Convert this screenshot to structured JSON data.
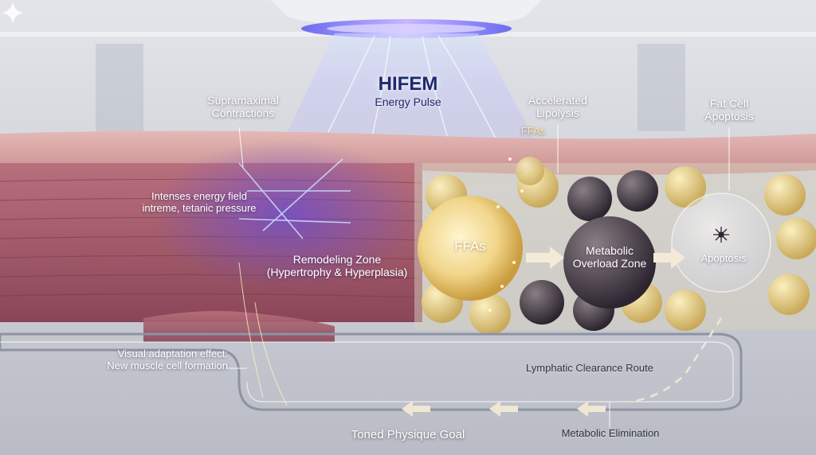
{
  "header": {
    "title": "HIFEM",
    "subtitle": "Energy Pulse"
  },
  "muscle": {
    "contractions": "Supramaximal\nContractions",
    "field_line1": "Intenses energy field",
    "field_line2": "intreme, tetanic pressure",
    "remodel_line1": "Remodeling Zone",
    "remodel_line2": "(Hypertrophy & Hyperplasia)",
    "adaptation_line1": "Visual adaptation effect:",
    "adaptation_line2": "New muscle cell formation"
  },
  "fat": {
    "lipolysis": "Accelerated\nLipolysis",
    "ffa_small": "FFAs",
    "ffa_big": "FFAs",
    "metabolic_line1": "Metabolic",
    "metabolic_line2": "Overload Zone",
    "apoptosis_title": "Fat Cell\nApoptosis",
    "apoptosis_label": "Apoptosis"
  },
  "clearance": {
    "lymphatic": "Lymphatic Clearance Route",
    "elimination": "Metabolic Elimination",
    "goal": "Toned Physique Goal"
  },
  "icons": [
    "gemini-sparkle-icon",
    "apoptosis-burst-icon",
    "arrow-right-icon"
  ],
  "colors": {
    "muscle": "#b86a78",
    "energy": "#7a86ff",
    "fat": "#e6d08a",
    "dark_fat": "#4a4048",
    "skin": "#d9aeac",
    "background": "#c9ccd3"
  }
}
